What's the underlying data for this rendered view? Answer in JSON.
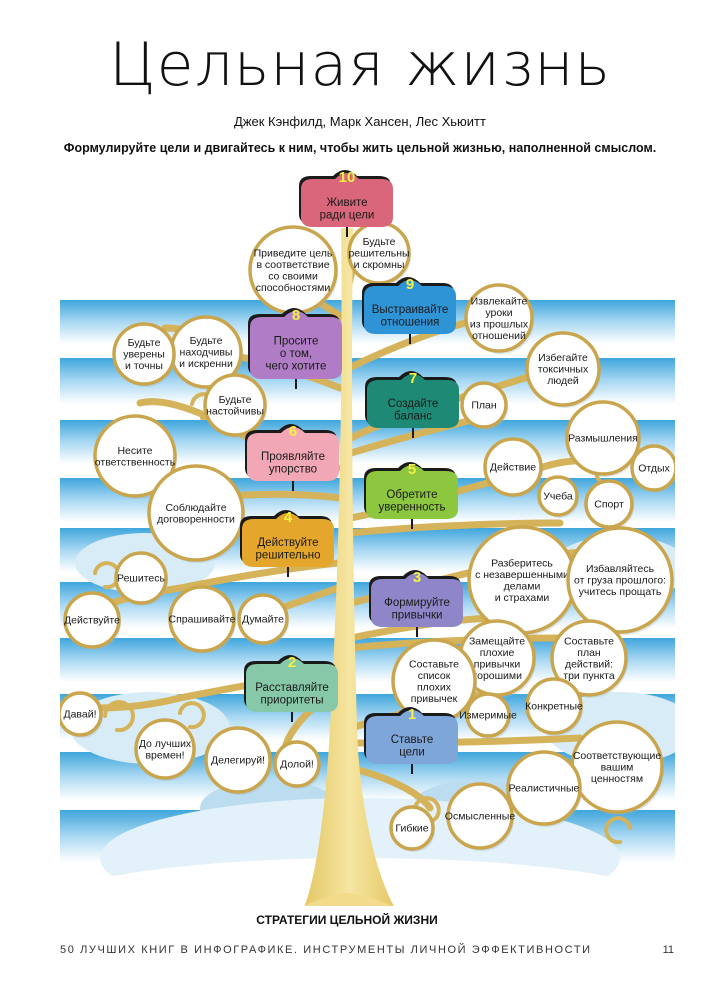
{
  "header": {
    "title": "Цельная жизнь",
    "authors": "Джек Кэнфилд, Марк Хансен, Лес Хьюитт",
    "subtitle": "Формулируйте цели и двигайтесь к ним, чтобы жить цельной жизнью, наполненной смыслом."
  },
  "diagram": {
    "banner": "СТРАТЕГИИ ЦЕЛЬНОЙ ЖИЗНИ",
    "colors": {
      "trunk": "#e8cf6d",
      "branch": "#d4b35a",
      "sky": "#3fa6dc",
      "circle_border": "#c9a54d",
      "number": "#f4f142"
    },
    "principles": [
      {
        "number": "10",
        "text": [
          "Живите",
          "ради цели"
        ],
        "color": "#d9667a"
      },
      {
        "number": "9",
        "text": [
          "Выстраивайте",
          "отношения"
        ],
        "color": "#2f94d6"
      },
      {
        "number": "8",
        "text": [
          "Просите",
          "о том,",
          "чего хотите"
        ],
        "color": "#b07cc6"
      },
      {
        "number": "7",
        "text": [
          "Создайте",
          "баланс"
        ],
        "color": "#1e8a76"
      },
      {
        "number": "6",
        "text": [
          "Проявляйте",
          "упорство"
        ],
        "color": "#f1a7b5"
      },
      {
        "number": "5",
        "text": [
          "Обретите",
          "уверенность"
        ],
        "color": "#8dc63f"
      },
      {
        "number": "4",
        "text": [
          "Действуйте",
          "решительно"
        ],
        "color": "#e4a72b"
      },
      {
        "number": "3",
        "text": [
          "Формируйте",
          "привычки"
        ],
        "color": "#8e86c8"
      },
      {
        "number": "2",
        "text": [
          "Расставляйте",
          "приоритеты"
        ],
        "color": "#86c8a8"
      },
      {
        "number": "1",
        "text": [
          "Ставьте",
          "цели"
        ],
        "color": "#7fa6d8"
      }
    ],
    "leaves": [
      {
        "lines": [
          "Приведите цель",
          "в соответствие",
          "со своими",
          "способностями"
        ]
      },
      {
        "lines": [
          "Будьте",
          "решительны",
          "и скромны"
        ]
      },
      {
        "lines": [
          "Извлекайте",
          "уроки",
          "из прошлых",
          "отношений"
        ]
      },
      {
        "lines": [
          "Будьте",
          "находчивы",
          "и искренни"
        ]
      },
      {
        "lines": [
          "Будьте",
          "уверены",
          "и точны"
        ]
      },
      {
        "lines": [
          "Будьте",
          "настойчивы"
        ]
      },
      {
        "lines": [
          "Избегайте",
          "токсичных",
          "людей"
        ]
      },
      {
        "lines": [
          "План"
        ]
      },
      {
        "lines": [
          "Несите",
          "ответственность"
        ]
      },
      {
        "lines": [
          "Размышления"
        ]
      },
      {
        "lines": [
          "Действие"
        ]
      },
      {
        "lines": [
          "Отдых"
        ]
      },
      {
        "lines": [
          "Соблюдайте",
          "договоренности"
        ]
      },
      {
        "lines": [
          "Учеба"
        ]
      },
      {
        "lines": [
          "Спорт"
        ]
      },
      {
        "lines": [
          "Разберитесь",
          "с незавершенными",
          "делами",
          "и страхами"
        ]
      },
      {
        "lines": [
          "Избавляйтесь",
          "от груза прошлого:",
          "учитесь прощать"
        ]
      },
      {
        "lines": [
          "Решитесь"
        ]
      },
      {
        "lines": [
          "Действуйте"
        ]
      },
      {
        "lines": [
          "Спрашивайте"
        ]
      },
      {
        "lines": [
          "Думайте"
        ]
      },
      {
        "lines": [
          "Замещайте",
          "плохие",
          "привычки",
          "хорошими"
        ]
      },
      {
        "lines": [
          "Составьте",
          "план",
          "действий:",
          "три пункта"
        ]
      },
      {
        "lines": [
          "Составьте",
          "список",
          "плохих",
          "привычек"
        ]
      },
      {
        "lines": [
          "Давай!"
        ]
      },
      {
        "lines": [
          "Конкретные"
        ]
      },
      {
        "lines": [
          "Измеримые"
        ]
      },
      {
        "lines": [
          "До лучших",
          "времен!"
        ]
      },
      {
        "lines": [
          "Делегируй!"
        ]
      },
      {
        "lines": [
          "Долой!"
        ]
      },
      {
        "lines": [
          "Соответствующие",
          "вашим",
          "ценностям"
        ]
      },
      {
        "lines": [
          "Реалистичные"
        ]
      },
      {
        "lines": [
          "Осмысленные"
        ]
      },
      {
        "lines": [
          "Гибкие"
        ]
      }
    ]
  },
  "footer": {
    "text": "50 ЛУЧШИХ КНИГ В ИНФОГРАФИКЕ. ИНСТРУМЕНТЫ ЛИЧНОЙ ЭФФЕКТИВНОСТИ",
    "page": "11"
  }
}
